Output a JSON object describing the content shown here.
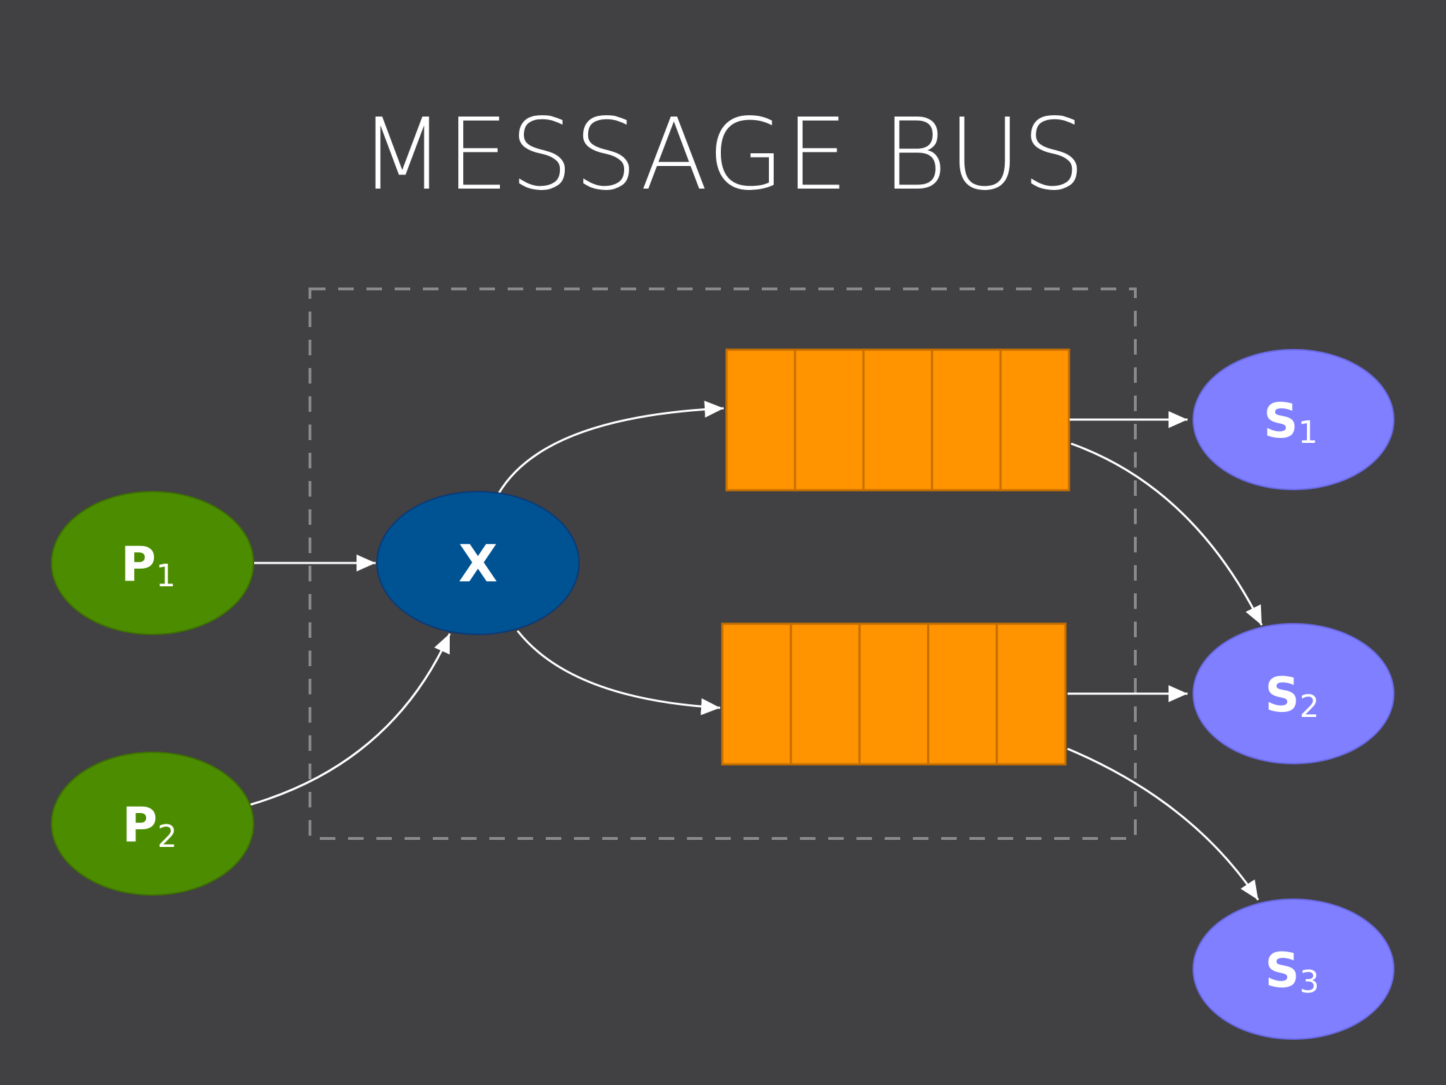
{
  "title": "MESSAGE BUS",
  "colors": {
    "background": "#414042",
    "producer": "#4c8c00",
    "exchange": "#005393",
    "queue": "#ff9300",
    "queue_border": "#c46f00",
    "subscriber": "#7f7fff",
    "boundary": "#8a8a8a",
    "arrow": "#ffffff"
  },
  "producers": [
    {
      "main": "P",
      "sub": "1"
    },
    {
      "main": "P",
      "sub": "2"
    }
  ],
  "exchange": {
    "label": "X"
  },
  "queues": [
    {
      "slots": 5
    },
    {
      "slots": 5
    }
  ],
  "subscribers": [
    {
      "main": "S",
      "sub": "1"
    },
    {
      "main": "S",
      "sub": "2"
    },
    {
      "main": "S",
      "sub": "3"
    }
  ]
}
